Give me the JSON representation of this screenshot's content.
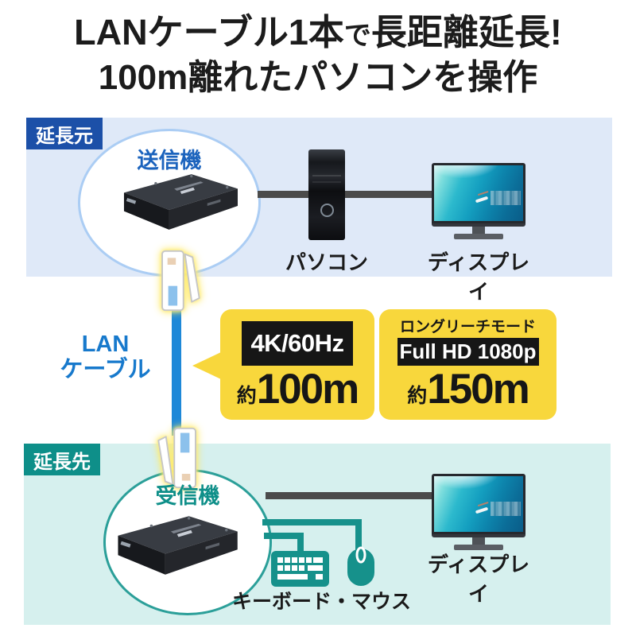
{
  "title": {
    "line1_part1": "LANケーブル1本",
    "line1_part2": "で",
    "line1_part3": "長距離延長!",
    "line2": "100m離れたパソコンを操作"
  },
  "source": {
    "badge": "延長元",
    "transmitter_label": "送信機",
    "pc_label": "パソコン",
    "display_label": "ディスプレイ"
  },
  "cable": {
    "label_line1": "LAN",
    "label_line2": "ケーブル"
  },
  "callout": {
    "standard": {
      "spec": "4K/60Hz",
      "approx_prefix": "約",
      "distance": "100m"
    },
    "long_reach": {
      "mode": "ロングリーチモード",
      "spec": "Full HD 1080p",
      "approx_prefix": "約",
      "distance": "150m"
    }
  },
  "destination": {
    "badge": "延長先",
    "receiver_label": "受信機",
    "peripherals_label": "キーボード・マウス",
    "display_label": "ディスプレイ"
  },
  "icons": {
    "rj45_plug": "rj45-plug-icon",
    "keyboard": "keyboard-icon",
    "mouse": "mouse-icon",
    "monitor": "monitor-icon",
    "pc_tower": "pc-tower-icon",
    "extender_box": "extender-device-icon"
  },
  "colors": {
    "source_section_bg": "#dfe9f8",
    "source_badge": "#1c50a8",
    "transmitter_text": "#1b63bd",
    "destination_section_bg": "#d6f0ee",
    "destination_badge": "#0e8f89",
    "cable_blue": "#1e88d8",
    "lan_label_blue": "#1779cc",
    "callout_yellow": "#f8d73c",
    "spec_box_black": "#161616",
    "connection_gray": "#4b4b4b",
    "peripheral_teal": "#16918b",
    "plug_glow": "#ffe95e"
  }
}
